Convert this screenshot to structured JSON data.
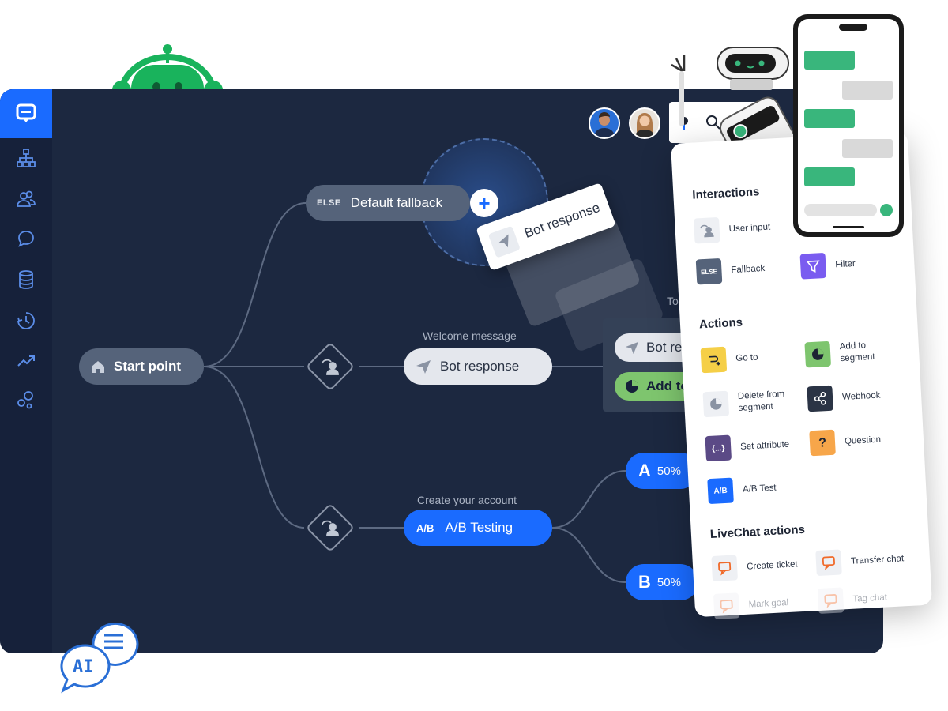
{
  "sidebar": {
    "logo_icon": "chat-logo-icon",
    "items": [
      {
        "icon": "org-chart-icon"
      },
      {
        "icon": "users-icon"
      },
      {
        "icon": "chat-bubble-icon"
      },
      {
        "icon": "database-icon"
      },
      {
        "icon": "history-icon"
      },
      {
        "icon": "trend-icon"
      },
      {
        "icon": "bubbles-icon"
      }
    ]
  },
  "flow": {
    "start_label": "Start point",
    "fallback_tag": "ELSE",
    "fallback_label": "Default fallback",
    "welcome_caption": "Welcome message",
    "bot_response_label": "Bot response",
    "account_caption": "Create your account",
    "ab_icon_text": "A/B",
    "ab_label": "A/B Testing",
    "variant_a": {
      "letter": "A",
      "percent": "50%"
    },
    "variant_b": {
      "letter": "B",
      "percent": "50%"
    },
    "drag_card_label": "Bot response",
    "to_text": "To",
    "mini_bot_label": "Bot re",
    "mini_segment_label": "Add to"
  },
  "panel": {
    "interactions_title": "Interactions",
    "interactions": [
      {
        "label": "User input",
        "icon": "user-input-icon"
      },
      {
        "label": "Fallback",
        "icon": "else-icon"
      },
      {
        "label": "Filter",
        "icon": "filter-icon"
      }
    ],
    "actions_title": "Actions",
    "actions": [
      {
        "label": "Go to"
      },
      {
        "label": "Add to segment"
      },
      {
        "label": "Delete from segment"
      },
      {
        "label": "Webhook"
      },
      {
        "label": "Set attribute"
      },
      {
        "label": "Question"
      },
      {
        "label": "A/B Test"
      }
    ],
    "livechat_title": "LiveChat actions",
    "livechat": [
      {
        "label": "Create ticket"
      },
      {
        "label": "Transfer chat"
      },
      {
        "label": "Mark goal"
      },
      {
        "label": "Tag chat"
      }
    ],
    "else_text": "ELSE",
    "set_attr_text": "{...}",
    "question_text": "?",
    "ab_text": "A/B"
  },
  "ai_badge": {
    "text": "AI"
  },
  "colors": {
    "brand": "#1a6bff",
    "canvas": "#1c2840",
    "robot": "#19b35c"
  }
}
